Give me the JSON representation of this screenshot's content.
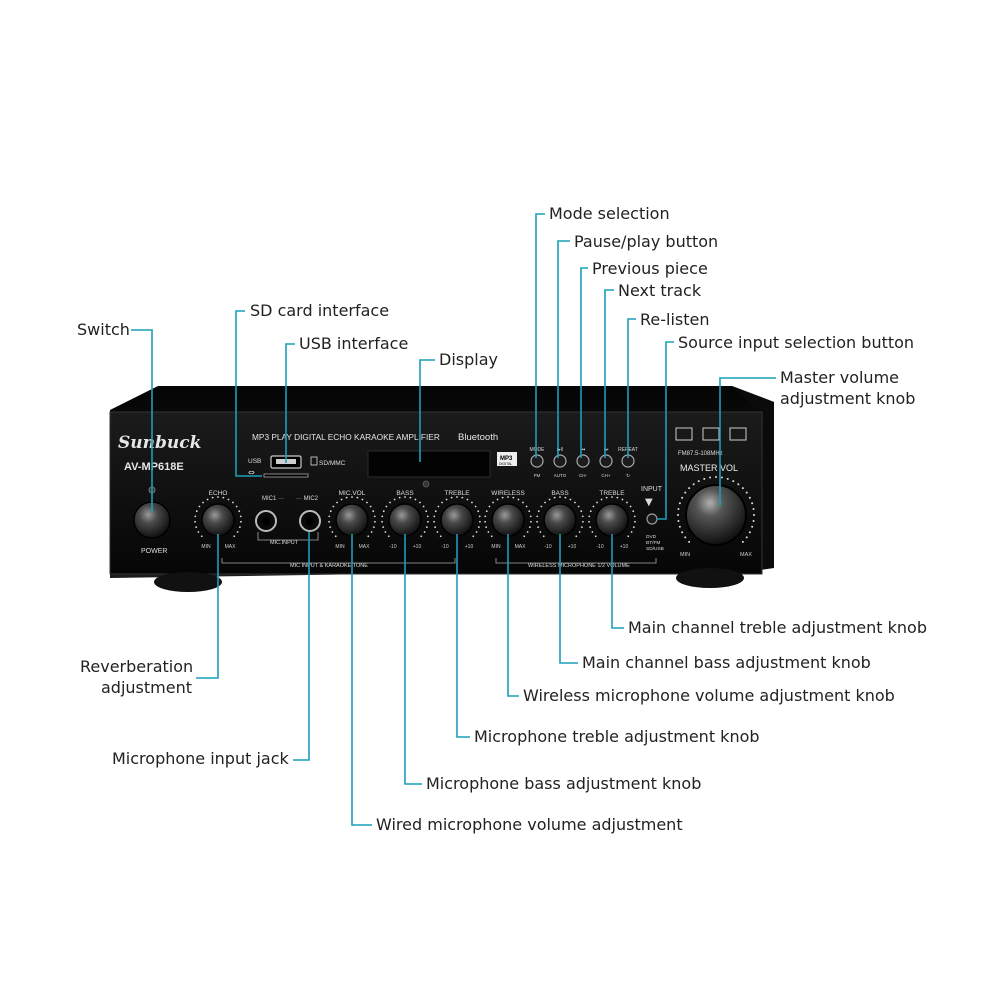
{
  "device": {
    "brand": "Sunbuck",
    "model": "AV-MP618E",
    "headline": "MP3 PLAY DIGITAL ECHO KARAOKE AMPLIFIER",
    "bluetooth": "Bluetooth",
    "usb": "USB",
    "sd": "SD/MMC",
    "power": "POWER",
    "echo": "ECHO",
    "mic1": "MIC1",
    "mic2": "MIC2",
    "mic_input": "MIC.INPUT",
    "mic_vol": "MIC.VOL",
    "bass": "BASS",
    "treble": "TREBLE",
    "wireless": "WIRELESS",
    "input": "INPUT",
    "master_vol": "MASTER VOL",
    "min": "MIN",
    "max": "MAX",
    "minus10": "-10",
    "plus10": "+10",
    "mp3_badge": "MP3",
    "digital_badge": "DIGITAL",
    "buttons": [
      "MODE",
      "▶‖",
      "⏮",
      "⏭",
      "REPEAT"
    ],
    "button_sub": [
      "FM",
      "AUTO",
      "CH-",
      "CH+",
      "↻"
    ],
    "fm_range": "FM87.5-108MHz",
    "sources": [
      "DVD",
      "BT/FM",
      "SD/USB"
    ],
    "bar_left": "MIC INPUT & KARAOKE TONE",
    "bar_right": "WIRELESS MICROPHONE 1/2 VOLUME"
  },
  "callouts": {
    "switch": "Switch",
    "sd_card": "SD card interface",
    "usb": "USB interface",
    "display": "Display",
    "mode": "Mode selection",
    "pause_play": "Pause/play button",
    "previous": "Previous piece",
    "next": "Next track",
    "relisten": "Re-listen",
    "source": "Source input selection button",
    "master_1": "Master volume",
    "master_2": "adjustment knob",
    "main_treble": "Main channel treble adjustment knob",
    "main_bass": "Main channel bass adjustment knob",
    "wireless_vol": "Wireless microphone volume adjustment knob",
    "mic_treble": "Microphone treble adjustment knob",
    "mic_bass": "Microphone bass adjustment knob",
    "wired_vol": "Wired microphone volume adjustment",
    "reverb_1": "Reverberation",
    "reverb_2": "adjustment",
    "mic_jack": "Microphone input jack"
  },
  "colors": {
    "leader": "#1a9fb8",
    "chassis": "#151515",
    "faceplate": "#0c0c0c",
    "label_text": "#e6e6e6"
  }
}
